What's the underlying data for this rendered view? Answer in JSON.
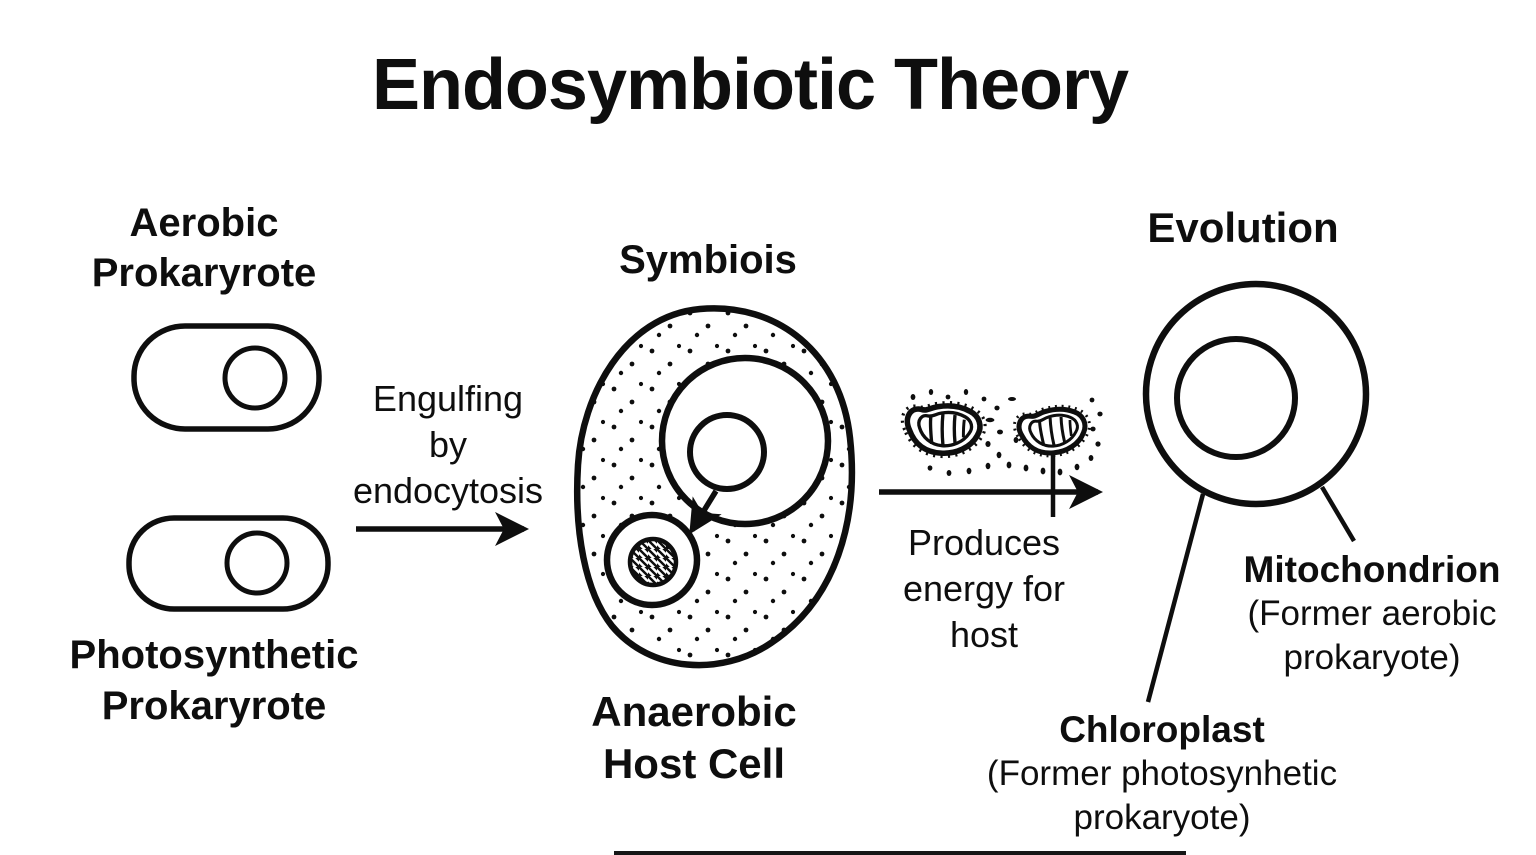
{
  "title": "Endosymbiotic Theory",
  "labels": {
    "aerobic": {
      "line1": "Aerobic",
      "line2": "Prokaryrote"
    },
    "photosynthetic": {
      "line1": "Photosynthetic",
      "line2": "Prokaryrote"
    },
    "engulfing": {
      "line1": "Engulfing",
      "line2": "by",
      "line3": "endocytosis"
    },
    "symbiosis": {
      "label": "Symbiois"
    },
    "host": {
      "line1": "Anaerobic",
      "line2": "Host Cell"
    },
    "produces": {
      "line1": "Produces",
      "line2": "energy for",
      "line3": "host"
    },
    "evolution": {
      "label": "Evolution"
    },
    "mitochondrion": {
      "name": "Mitochondrion",
      "desc1": "(Former aerobic",
      "desc2": "prokaryote)"
    },
    "chloroplast": {
      "name": "Chloroplast",
      "desc1": "(Former photosynhetic",
      "desc2": "prokaryote)"
    }
  },
  "icons": {
    "aerobic_cell": "pill-shaped prokaryote with circular nucleoid",
    "photosynthetic_cell": "pill-shaped prokaryote with circular nucleoid",
    "host_cell": "stippled egg-shaped cell with nucleus and engulfed hatched vesicle",
    "mitochondria_pair": "two hand-drawn mitochondria with cristae",
    "evolved_cell": "circular eukaryotic cell with nucleus"
  },
  "colors": {
    "ink": "#0e0e0e",
    "background": "#ffffff"
  }
}
